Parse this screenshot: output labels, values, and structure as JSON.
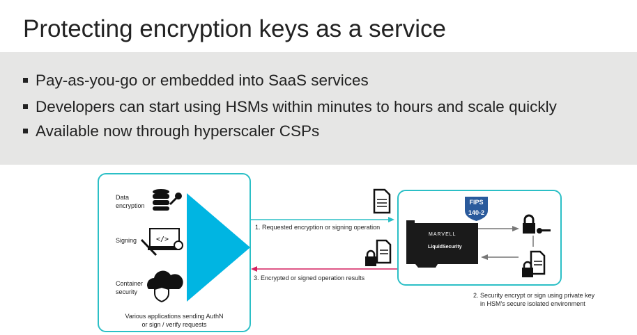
{
  "title": "Protecting encryption keys as a service",
  "bullets": [
    "Pay-as-you-go or embedded into SaaS services",
    "Developers can start using HSMs within minutes to hours and scale quickly",
    "Available now through hyperscaler CSPs"
  ],
  "apps": {
    "items": [
      {
        "label1": "Data",
        "label2": "encryption"
      },
      {
        "label1": "Signing"
      },
      {
        "label1": "Container",
        "label2": "security"
      }
    ],
    "caption1": "Various applications sending AuthN",
    "caption2": "or sign / verify requests"
  },
  "flow": {
    "step1": "1. Requested encryption or signing operation",
    "step3": "3. Encrypted or signed operation results",
    "step2_line1": "2. Security encrypt or sign using private key",
    "step2_line2": "in HSM's secure isolated environment"
  },
  "hsm": {
    "brand": "MARVELL",
    "product": "LiquidSecurity",
    "fips_top": "FIPS",
    "fips_bottom": "140-2"
  },
  "colors": {
    "teal": "#2bbfc6",
    "blue": "#00b5e2",
    "pink": "#d41f5e"
  }
}
